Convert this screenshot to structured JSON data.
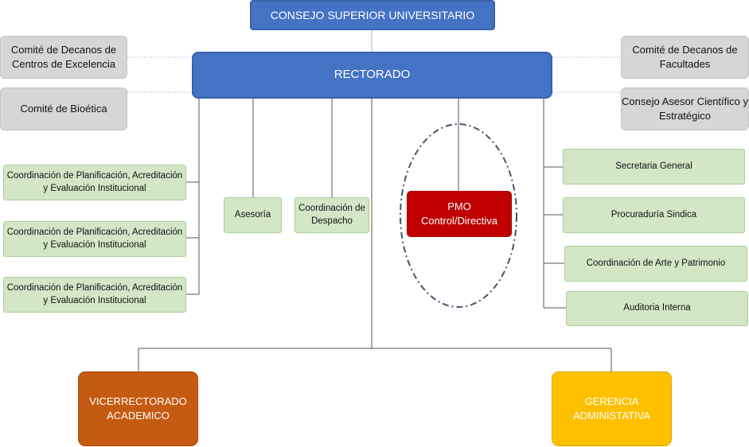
{
  "top": {
    "consejo": "CONSEJO SUPERIOR UNIVERSITARIO",
    "rectorado": "RECTORADO"
  },
  "left_committees": [
    "Comité de Decanos de Centros de Excelencia",
    "Comité de Bioética"
  ],
  "right_committees": [
    "Comité de Decanos de Facultades",
    "Consejo Asesor Científico y Estratégico"
  ],
  "left_units": [
    "Coordinación de Planificación, Acreditación y Evaluación Institucional",
    "Coordinación de Planificación, Acreditación y Evaluación Institucional",
    "Coordinación de Planificación, Acreditación y Evaluación Institucional"
  ],
  "center_units": {
    "asesoria": "Asesoría",
    "despacho": "Coordinación de Despacho"
  },
  "pmo": "PMO Control/Directiva",
  "right_units": [
    "Secretaria General",
    "Procuraduría Sindica",
    "Coordinación de Arte y Patrimonio",
    "Auditoria Interna"
  ],
  "bottom": {
    "academico": "VICERRECTORADO ACADEMICO",
    "gerencia": "GERENCIA ADMINISTATIVA"
  },
  "colors": {
    "blue": "#4472c4",
    "gray": "#d6d6d6",
    "green": "#d3e6c6",
    "red": "#c00000",
    "orange": "#c55a11",
    "yellow": "#ffc000"
  }
}
